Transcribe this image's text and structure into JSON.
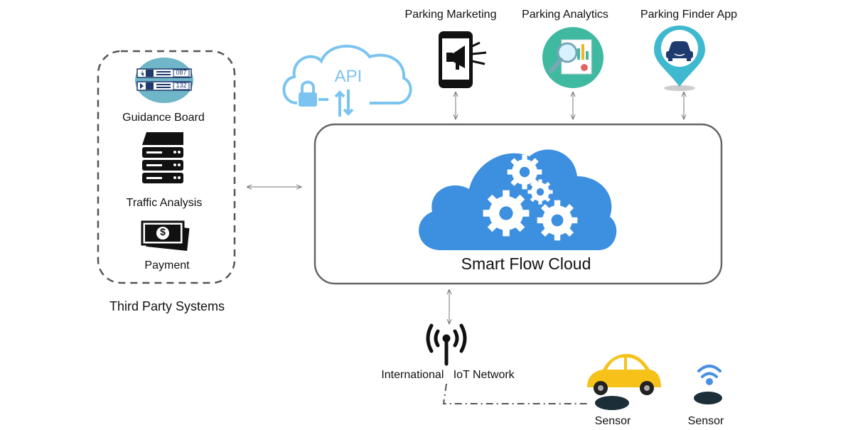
{
  "apps": {
    "marketing": "Parking Marketing",
    "analytics": "Parking Analytics",
    "finder": "Parking Finder App"
  },
  "api_label": "API",
  "third_party": {
    "title": "Third Party Systems",
    "guidance_board": "Guidance Board",
    "board_values": [
      "087",
      "132"
    ],
    "board_marker": "P",
    "traffic_analysis": "Traffic Analysis",
    "payment": "Payment",
    "payment_symbol": "$"
  },
  "cloud": {
    "label": "Smart Flow Cloud"
  },
  "network": {
    "label": "International   IoT Network"
  },
  "sensors": [
    "Sensor",
    "Sensor"
  ],
  "colors": {
    "cloud_blue": "#3d8fe0",
    "api_outline": "#7cc4f0",
    "analytics_teal": "#3fb9a0",
    "finder_pin": "#3fb9d0",
    "car_yellow": "#f6c21a",
    "wifi_blue": "#4a90e2",
    "board_bg": "#6fb6c9",
    "board_dark": "#1e3a6e"
  },
  "icons": [
    "smartphone-megaphone-icon",
    "analytics-magnifier-icon",
    "map-pin-car-icon",
    "api-cloud-lock-icon",
    "guidance-board-icon",
    "server-stack-icon",
    "money-bills-icon",
    "gears-cloud-icon",
    "antenna-icon",
    "car-icon",
    "wifi-icon",
    "sensor-puck-icon"
  ]
}
